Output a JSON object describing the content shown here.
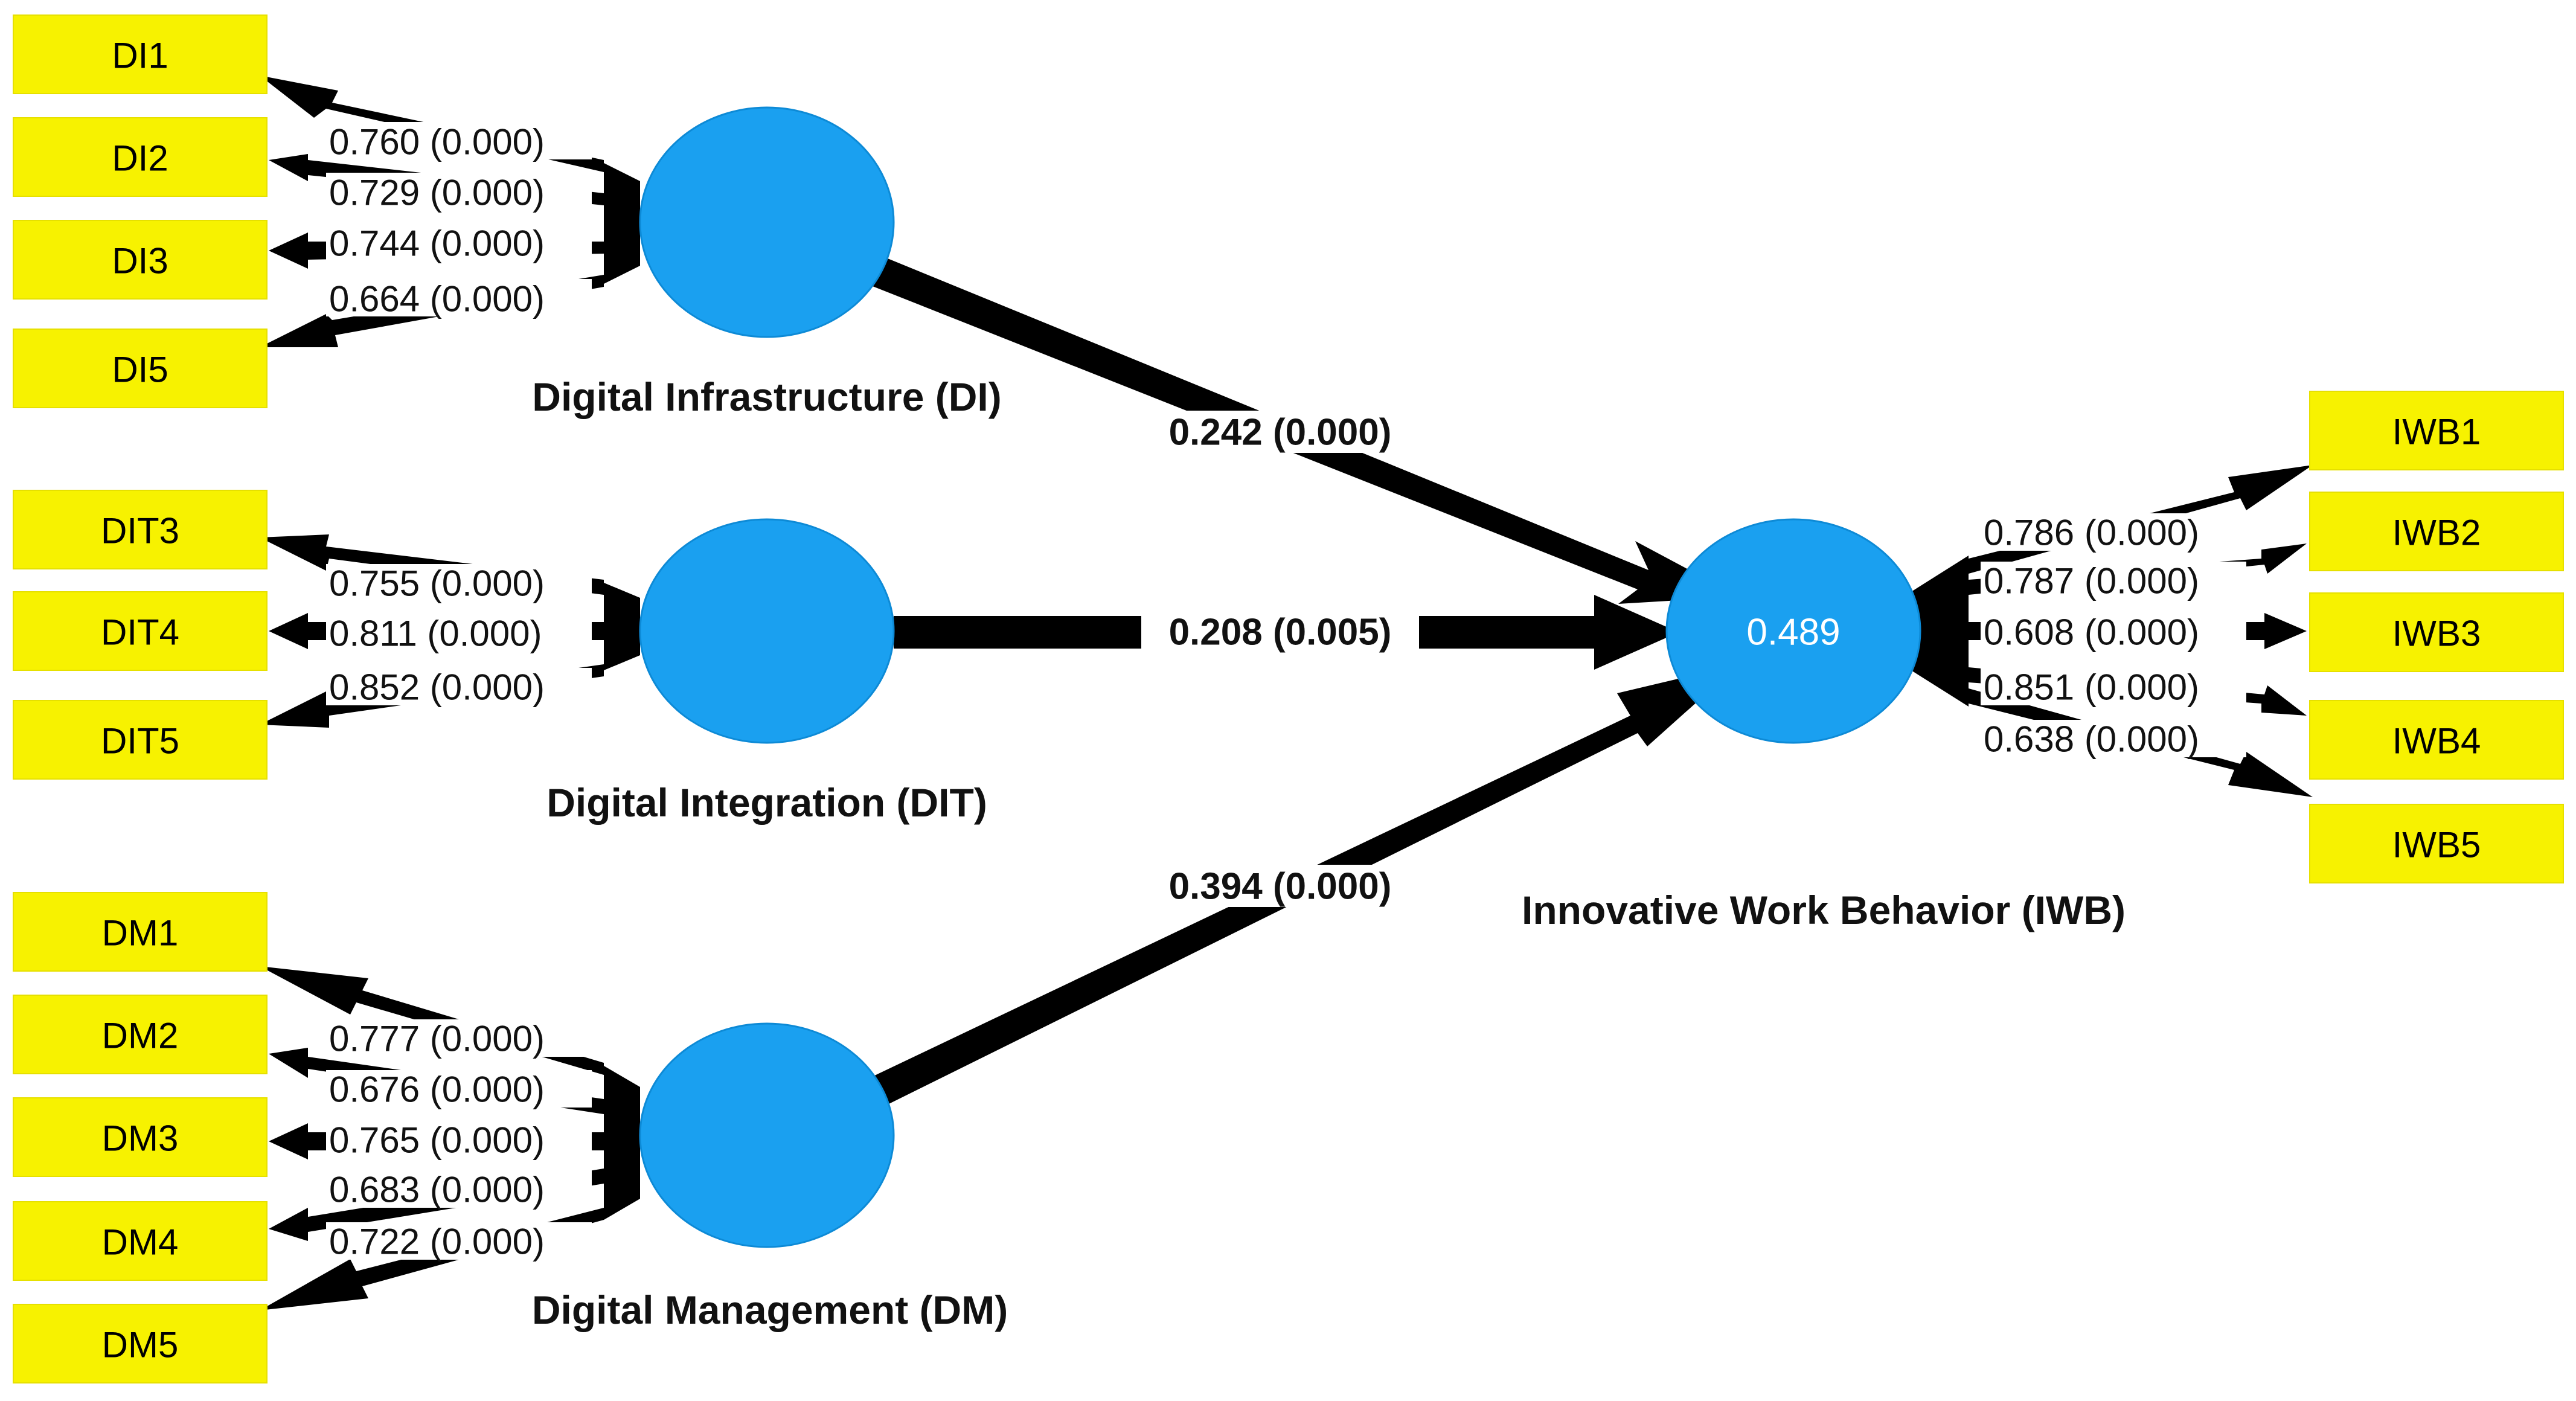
{
  "constructs": {
    "DI": {
      "name": "Digital Infrastructure (DI)",
      "r2": ""
    },
    "DIT": {
      "name": "Digital Integration (DIT)",
      "r2": ""
    },
    "DM": {
      "name": "Digital Management (DM)",
      "r2": ""
    },
    "IWB": {
      "name": "Innovative Work Behavior (IWB)",
      "r2": "0.489"
    }
  },
  "indicators": {
    "DI": [
      {
        "label": "DI1",
        "loading": "0.760 (0.000)"
      },
      {
        "label": "DI2",
        "loading": "0.729 (0.000)"
      },
      {
        "label": "DI3",
        "loading": "0.744 (0.000)"
      },
      {
        "label": "DI5",
        "loading": "0.664 (0.000)"
      }
    ],
    "DIT": [
      {
        "label": "DIT3",
        "loading": "0.755 (0.000)"
      },
      {
        "label": "DIT4",
        "loading": "0.811 (0.000)"
      },
      {
        "label": "DIT5",
        "loading": "0.852 (0.000)"
      }
    ],
    "DM": [
      {
        "label": "DM1",
        "loading": "0.777 (0.000)"
      },
      {
        "label": "DM2",
        "loading": "0.676 (0.000)"
      },
      {
        "label": "DM3",
        "loading": "0.765 (0.000)"
      },
      {
        "label": "DM4",
        "loading": "0.683 (0.000)"
      },
      {
        "label": "DM5",
        "loading": "0.722 (0.000)"
      }
    ],
    "IWB": [
      {
        "label": "IWB1",
        "loading": "0.786 (0.000)"
      },
      {
        "label": "IWB2",
        "loading": "0.787 (0.000)"
      },
      {
        "label": "IWB3",
        "loading": "0.608 (0.000)"
      },
      {
        "label": "IWB4",
        "loading": "0.851 (0.000)"
      },
      {
        "label": "IWB5",
        "loading": "0.638 (0.000)"
      }
    ]
  },
  "paths": {
    "DI_IWB": "0.242 (0.000)",
    "DIT_IWB": "0.208 (0.005)",
    "DM_IWB": "0.394 (0.000)"
  },
  "colors": {
    "indicator_fill": "#f7f200",
    "construct_fill": "#1aa0f0",
    "arrow": "#000000"
  }
}
